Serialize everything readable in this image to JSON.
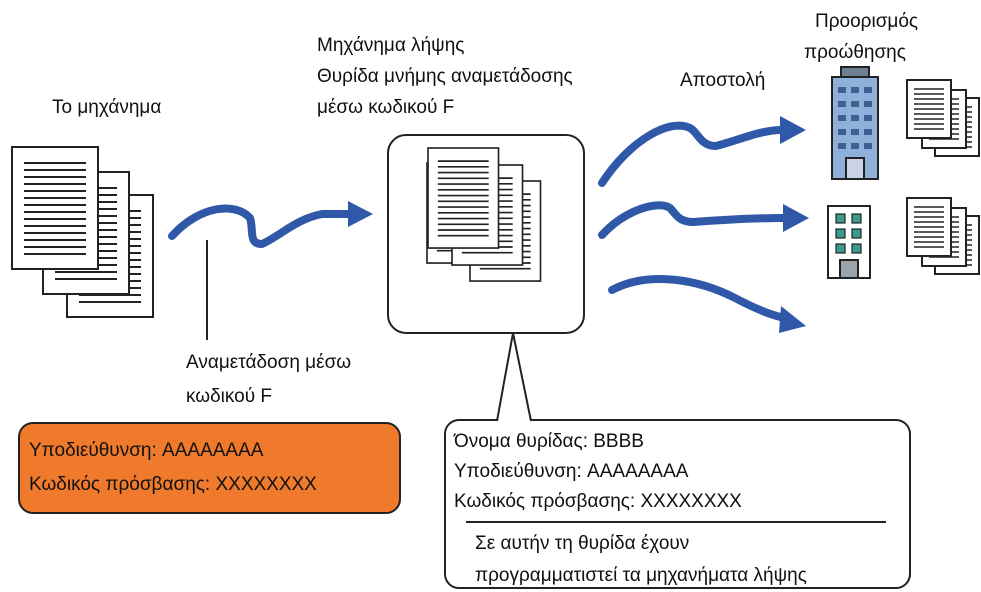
{
  "labels": {
    "machine": "Το μηχάνημα",
    "receiving_line1": "Μηχάνημα λήψης",
    "receiving_line2": "Θυρίδα μνήμης αναμετάδοσης",
    "receiving_line3": "μέσω κωδικού F",
    "send": "Αποστολή",
    "destination_line1": "Προορισμός",
    "destination_line2": "προώθησης",
    "relay_line1": "Αναμετάδοση μέσω",
    "relay_line2": "κωδικού F"
  },
  "orange_box": {
    "line1": "Υποδιεύθυνση: AAAAAAAA",
    "line2": "Κωδικός πρόσβασης: XXXXXXXX"
  },
  "callout": {
    "line1": "Όνομα θυρίδας: BBBB",
    "line2": "Υποδιεύθυνση: AAAAAAAA",
    "line3": "Κωδικός πρόσβασης: XXXXXXXX",
    "line4": "Σε αυτήν τη θυρίδα έχουν",
    "line5": "προγραμματιστεί τα μηχανήματα λήψης"
  },
  "colors": {
    "arrow": "#2f59a8",
    "orange": "#f07a2c",
    "building_blue": "#8fb0d8",
    "building_green": "#3a9a8c"
  }
}
